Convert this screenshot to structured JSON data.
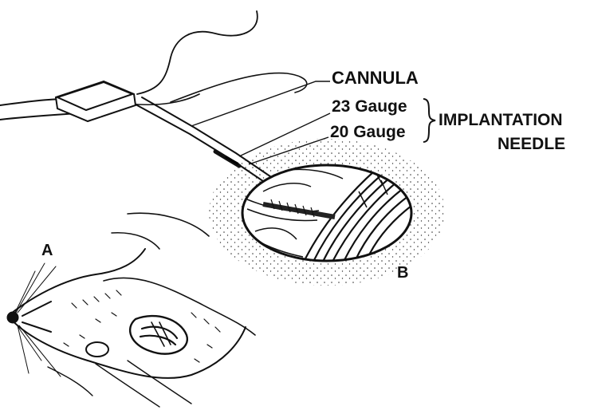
{
  "labels": {
    "cannula": "CANNULA",
    "gauge_23": "23 Gauge",
    "gauge_20": "20 Gauge",
    "implantation_line1": "IMPLANTATION",
    "implantation_line2": "NEEDLE",
    "panel_a": "A",
    "panel_b": "B"
  },
  "colors": {
    "ink": "#111111",
    "paper": "#ffffff"
  }
}
